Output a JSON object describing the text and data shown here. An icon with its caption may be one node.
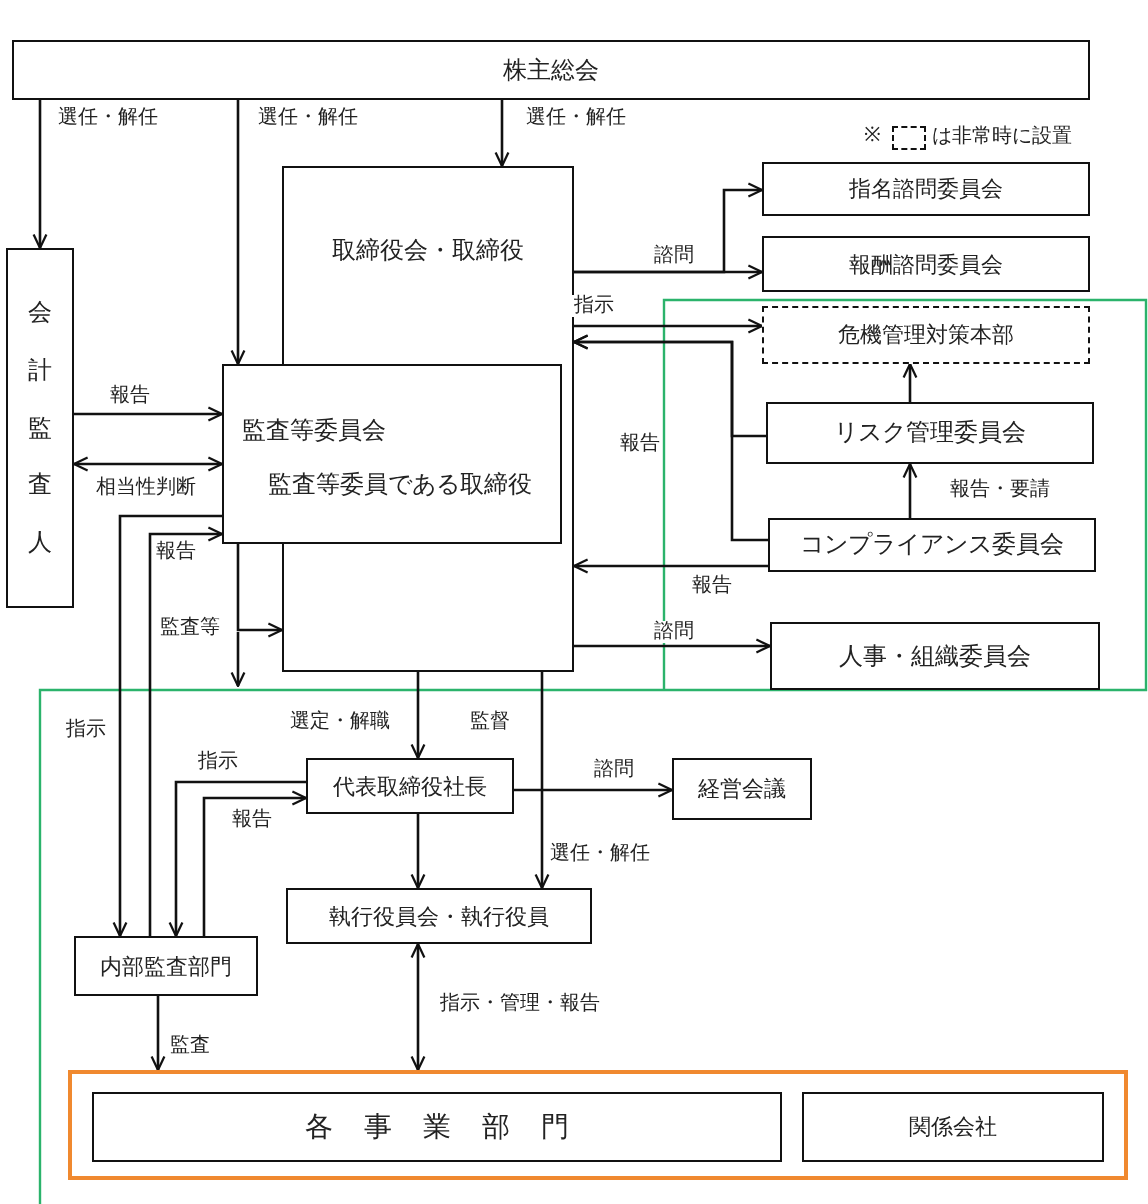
{
  "diagram": {
    "nodes": [
      {
        "text": [
          "株主総会"
        ]
      },
      {
        "text": [
          "会計監査人"
        ]
      },
      {
        "text": [
          "取締役会・取締役"
        ]
      },
      {
        "text": [
          "監査等委員会",
          "監査等委員である取締役"
        ]
      },
      {
        "text": [
          "指名諮問委員会"
        ]
      },
      {
        "text": [
          "報酬諮問委員会"
        ]
      },
      {
        "text": [
          "危機管理対策本部"
        ]
      },
      {
        "text": [
          "リスク管理委員会"
        ]
      },
      {
        "text": [
          "コンプライアンス委員会"
        ]
      },
      {
        "text": [
          "人事・組織委員会"
        ]
      },
      {
        "text": [
          "代表取締役社長"
        ]
      },
      {
        "text": [
          "経営会議"
        ]
      },
      {
        "text": [
          "執行役員会・執行役員"
        ]
      },
      {
        "text": [
          "内部監査部門"
        ]
      },
      {
        "text": [],
        "shape": "box"
      },
      {
        "text": [
          "各事業部門"
        ],
        "in": 14
      },
      {
        "text": [
          "関係会社"
        ],
        "in": 14
      }
    ],
    "edges": [
      {
        "from": 0,
        "to": 1,
        "arrow": "to",
        "label": "選任・解任"
      },
      {
        "from": 0,
        "to": 3,
        "arrow": "to",
        "label": "選任・解任"
      },
      {
        "from": 0,
        "to": 2,
        "arrow": "to",
        "label": "選任・解任"
      },
      {
        "from": 2,
        "to": 4,
        "arrow": "to"
      },
      {
        "from": 2,
        "to": 5,
        "arrow": "to",
        "label": "諮問"
      },
      {
        "from": 2,
        "to": 6,
        "arrow": "to",
        "label": "指示"
      },
      {
        "from": 7,
        "to": 2,
        "arrow": "to",
        "label": "報告"
      },
      {
        "from": 8,
        "to": 2,
        "arrow": "to"
      },
      {
        "from": 8,
        "to": 2,
        "arrow": "to",
        "label": "報告"
      },
      {
        "from": 7,
        "to": 6,
        "arrow": "to"
      },
      {
        "from": 8,
        "to": 7,
        "arrow": "to",
        "label": "報告・要請"
      },
      {
        "from": 2,
        "to": 9,
        "arrow": "to",
        "label": "諮問"
      },
      {
        "from": 1,
        "to": 3,
        "arrow": "to",
        "label": "報告"
      },
      {
        "from": 1,
        "to": 3,
        "arrow": "both",
        "label": "相当性判断"
      },
      {
        "from": 3,
        "to": 2,
        "arrow": "to",
        "label": "監査等"
      },
      {
        "from": 13,
        "to": 3,
        "arrow": "to",
        "label": "報告"
      },
      {
        "from": 3,
        "to": 13,
        "arrow": "to",
        "label": "指示"
      },
      {
        "from": 10,
        "to": 13,
        "arrow": "to",
        "label": "指示"
      },
      {
        "from": 13,
        "to": 10,
        "arrow": "to",
        "label": "報告"
      },
      {
        "from": 2,
        "to": 10,
        "arrow": "to",
        "label": "選定・解職"
      },
      {
        "from": 2,
        "to": 12,
        "arrow": "to",
        "label": "監督"
      },
      {
        "from": 10,
        "to": 11,
        "arrow": "to",
        "label": "諮問"
      },
      {
        "from": 10,
        "to": 12,
        "arrow": "to"
      },
      {
        "from": 12,
        "to": 14,
        "arrow": "both",
        "label": "指示・管理・報告"
      },
      {
        "from": 13,
        "to": 14,
        "arrow": "to",
        "label": "監査"
      }
    ],
    "labels": [
      "選任・解任",
      "※"
    ],
    "legend": [
      {
        "text": "は非常時に設置"
      }
    ]
  }
}
